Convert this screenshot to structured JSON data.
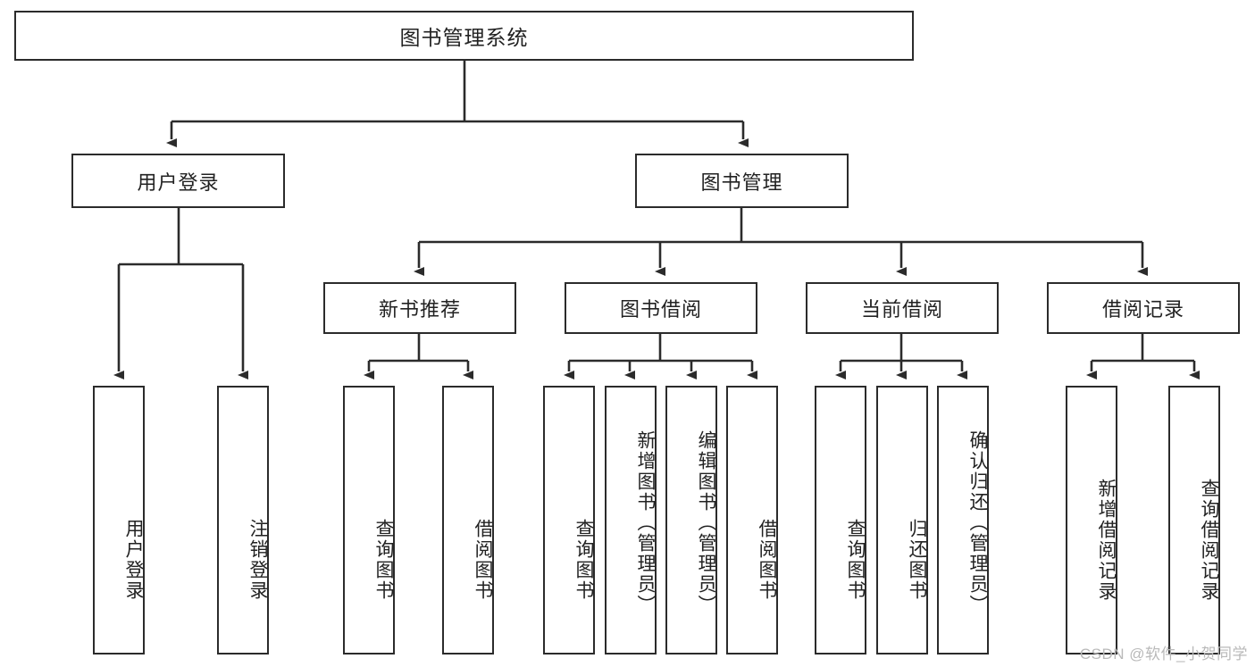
{
  "diagram": {
    "title": "图书管理系统",
    "type": "tree-hierarchy-chart",
    "root": {
      "label": "图书管理系统"
    },
    "level2": [
      {
        "label": "用户登录"
      },
      {
        "label": "图书管理"
      }
    ],
    "level3": [
      {
        "label": "新书推荐"
      },
      {
        "label": "图书借阅"
      },
      {
        "label": "当前借阅"
      },
      {
        "label": "借阅记录"
      }
    ],
    "leaves": {
      "user_login": [
        {
          "label": "用户登录"
        },
        {
          "label": "注销登录"
        }
      ],
      "new_book_recommend": [
        {
          "label": "查询图书"
        },
        {
          "label": "借阅图书"
        }
      ],
      "book_borrow": [
        {
          "label": "查询图书"
        },
        {
          "label": "新增图书（管理员）"
        },
        {
          "label": "编辑图书（管理员）"
        },
        {
          "label": "借阅图书"
        }
      ],
      "current_borrow": [
        {
          "label": "查询图书"
        },
        {
          "label": "归还图书"
        },
        {
          "label": "确认归还（管理员）"
        }
      ],
      "borrow_record": [
        {
          "label": "新增借阅记录"
        },
        {
          "label": "查询借阅记录"
        }
      ]
    }
  },
  "watermark": {
    "text": "CSDN @软件_小贺同学"
  },
  "colors": {
    "stroke": "#2b2b2b",
    "fill": "#ffffff",
    "text": "#222222",
    "watermark": "#b9b9b9"
  }
}
